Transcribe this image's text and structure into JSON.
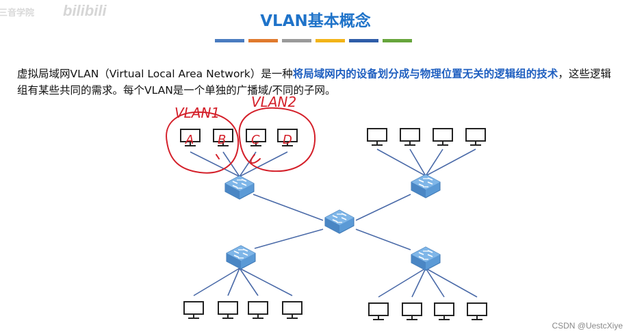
{
  "watermark": {
    "left_text": "三音学院",
    "logo_text": "bilibili"
  },
  "slide": {
    "title": "VLAN基本概念",
    "bar_colors": [
      "#4a7cc0",
      "#e07a2e",
      "#9a9a9a",
      "#f2b418",
      "#2f5da8",
      "#67a53c"
    ],
    "para": {
      "part1": "虚拟局域网VLAN（Virtual Local Area Network）是一种",
      "highlight": "将局域网内的设备划分成与物理位置无关的逻辑组的技术",
      "part2": "，这些逻辑组有某些共同的需求。每个VLAN是一个单独的广播域/不同的子网。"
    }
  },
  "annotations": {
    "vlan_labels": [
      "VLAN1",
      "VLAN2"
    ],
    "pc_labels": [
      "A",
      "B",
      "C",
      "D"
    ]
  },
  "footer": {
    "credit": "CSDN @UestcXiye"
  },
  "colors": {
    "title": "#1f73c9",
    "highlight": "#1f5fc0",
    "link": "#4a6aa8",
    "annotation": "#d4202a",
    "switch": "#5b9ad6"
  }
}
